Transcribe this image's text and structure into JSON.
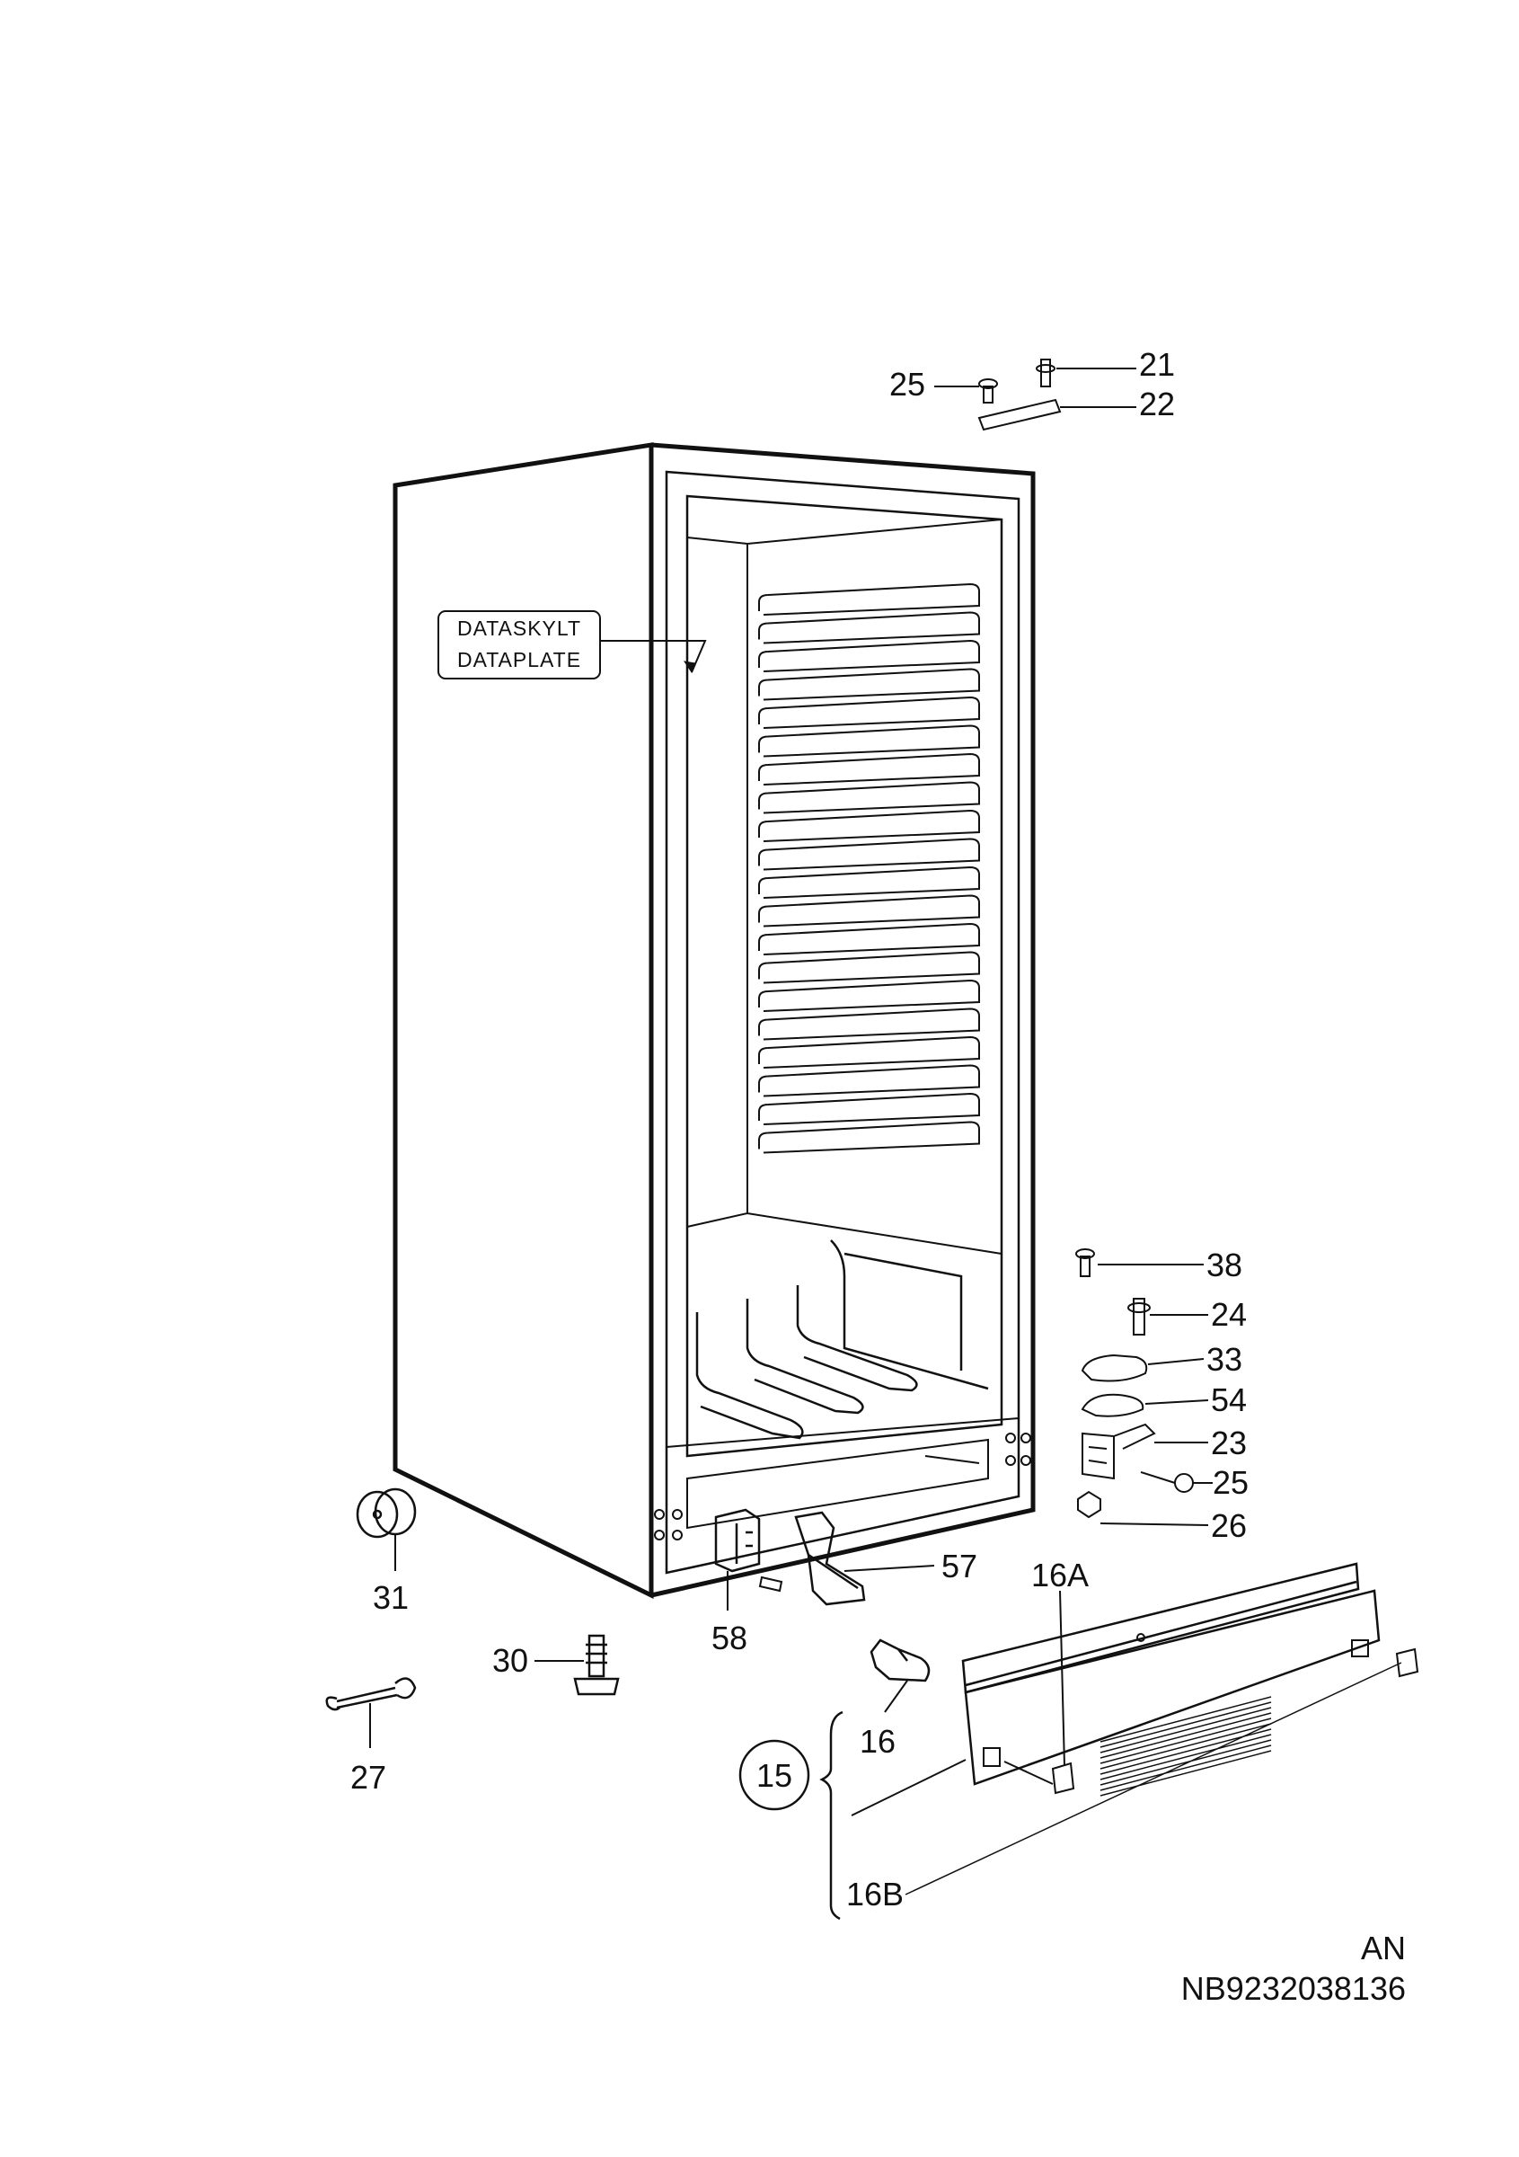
{
  "data_plate": {
    "line1": "DATASKYLT",
    "line2": "DATAPLATE"
  },
  "callouts": {
    "c21": "21",
    "c22": "22",
    "c25_top": "25",
    "c38": "38",
    "c24": "24",
    "c33": "33",
    "c54": "54",
    "c23": "23",
    "c25_right": "25",
    "c26": "26",
    "c57": "57",
    "c58": "58",
    "c31": "31",
    "c30": "30",
    "c27": "27",
    "c16": "16",
    "c16A": "16A",
    "c16B": "16B",
    "c15": "15"
  },
  "footer": {
    "variant": "AN",
    "code": "NB9232038136"
  }
}
